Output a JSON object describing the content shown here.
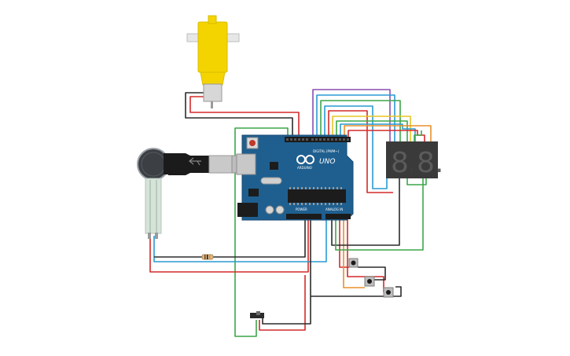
{
  "board": {
    "name": "UNO",
    "brand": "ARDUINO",
    "digital_header": "DIGITAL (PWM~)",
    "power_header": "POWER",
    "analog_header": "ANALOG IN",
    "color": "#1f5f8f"
  },
  "components": {
    "motor": "dc-motor",
    "force_sensor": "force-sensor",
    "usb_plug": "usb-plug",
    "resistor": "resistor",
    "display_left": "8.",
    "display_right": "8.",
    "pushbuttons": [
      "button-1",
      "button-2",
      "button-3"
    ],
    "slide_switch": "slide-switch"
  },
  "wire_colors": {
    "red": "#d42a2a",
    "black": "#2b2b2b",
    "green": "#3ca64a",
    "blue": "#2a9ad4",
    "purple": "#8a4fb0",
    "orange": "#e8902a",
    "yellow": "#e6c522"
  }
}
